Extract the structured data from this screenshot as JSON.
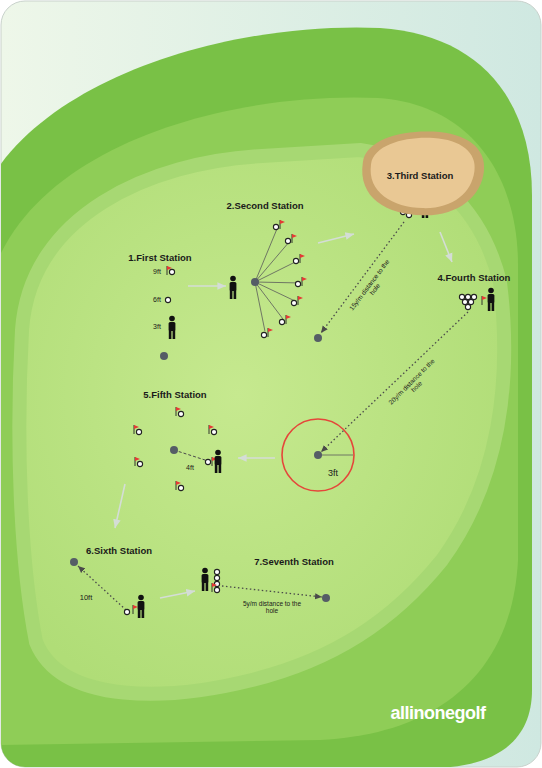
{
  "diagram": {
    "nodes": [
      {
        "text": [
          "3.Third Station"
        ]
      },
      {
        "text": [
          "3ft"
        ]
      }
    ],
    "labels": [
      "1.First Station",
      "9ft",
      "6ft",
      "3ft",
      "2.Second Station",
      "15y/m distance to the hole",
      "4.Fourth Station",
      "20y/m distance to the hole",
      "5.Fifth Station",
      "4ft",
      "6.Sixth Station",
      "10ft",
      "7.Seventh Station",
      "5y/m distance to the hole",
      "allinonegolf"
    ]
  }
}
